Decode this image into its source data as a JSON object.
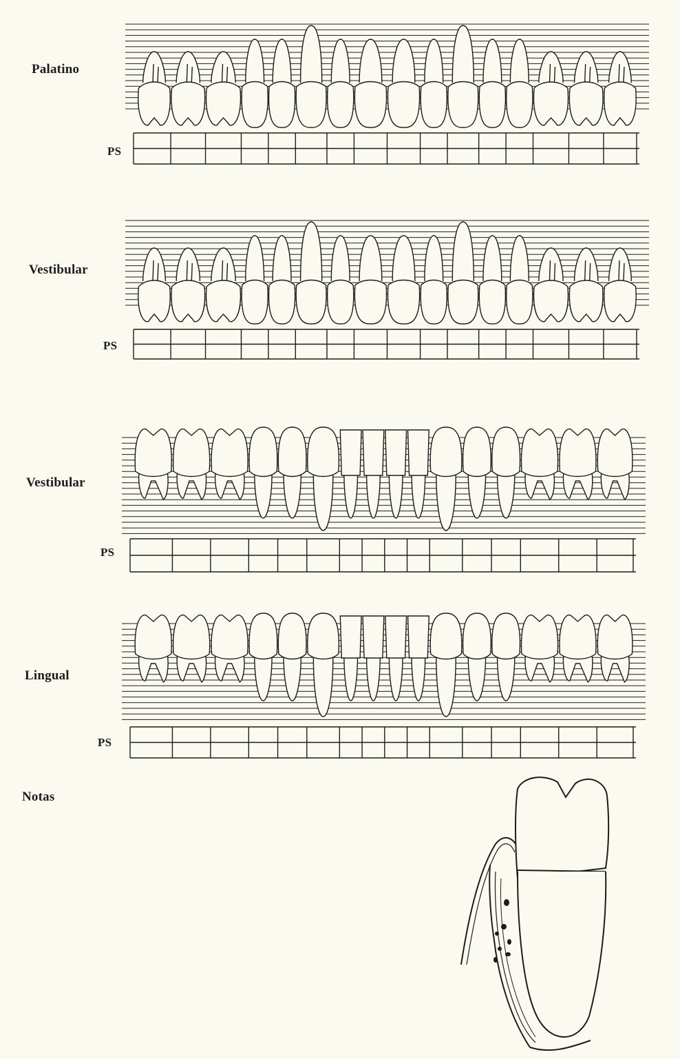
{
  "sections": [
    {
      "label": "Palatino",
      "ps": "PS",
      "arch": "upper"
    },
    {
      "label": "Vestibular",
      "ps": "PS",
      "arch": "upper"
    },
    {
      "label": "Vestibular",
      "ps": "PS",
      "arch": "lower"
    },
    {
      "label": "Lingual",
      "ps": "PS",
      "arch": "lower"
    }
  ],
  "notes_label": "Notas"
}
